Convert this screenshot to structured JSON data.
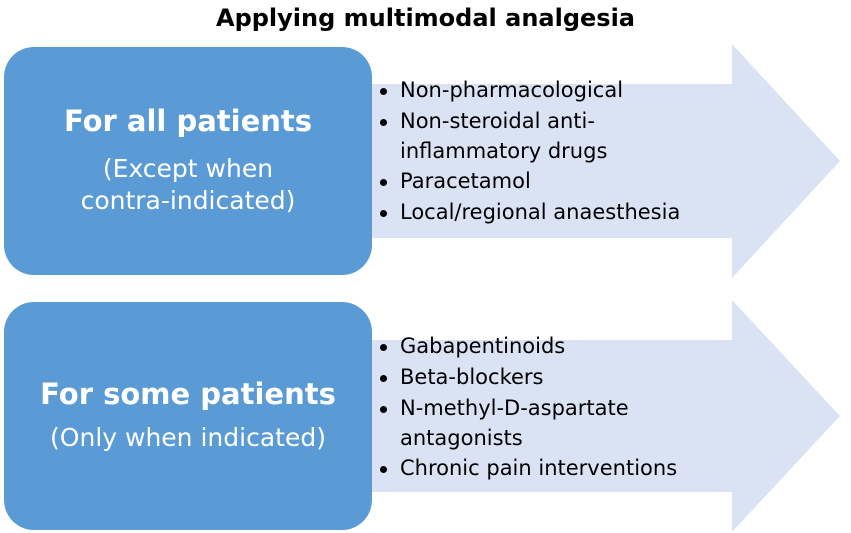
{
  "title": "Applying multimodal analgesia",
  "colors": {
    "box_fill": "#5b9bd5",
    "arrow_fill": "#dae3f3",
    "box_text": "#ffffff",
    "list_text": "#000000"
  },
  "groups": [
    {
      "heading": "For all patients",
      "subheading": "(Except when\ncontra-indicated)",
      "items": [
        "Non-pharmacological",
        "Non-steroidal anti-\ninflammatory drugs",
        "Paracetamol",
        "Local/regional anaesthesia"
      ]
    },
    {
      "heading": "For some patients",
      "subheading": "(Only when indicated)",
      "items": [
        "Gabapentinoids",
        "Beta-blockers",
        "N-methyl-D-aspartate\nantagonists",
        "Chronic pain interventions"
      ]
    }
  ]
}
